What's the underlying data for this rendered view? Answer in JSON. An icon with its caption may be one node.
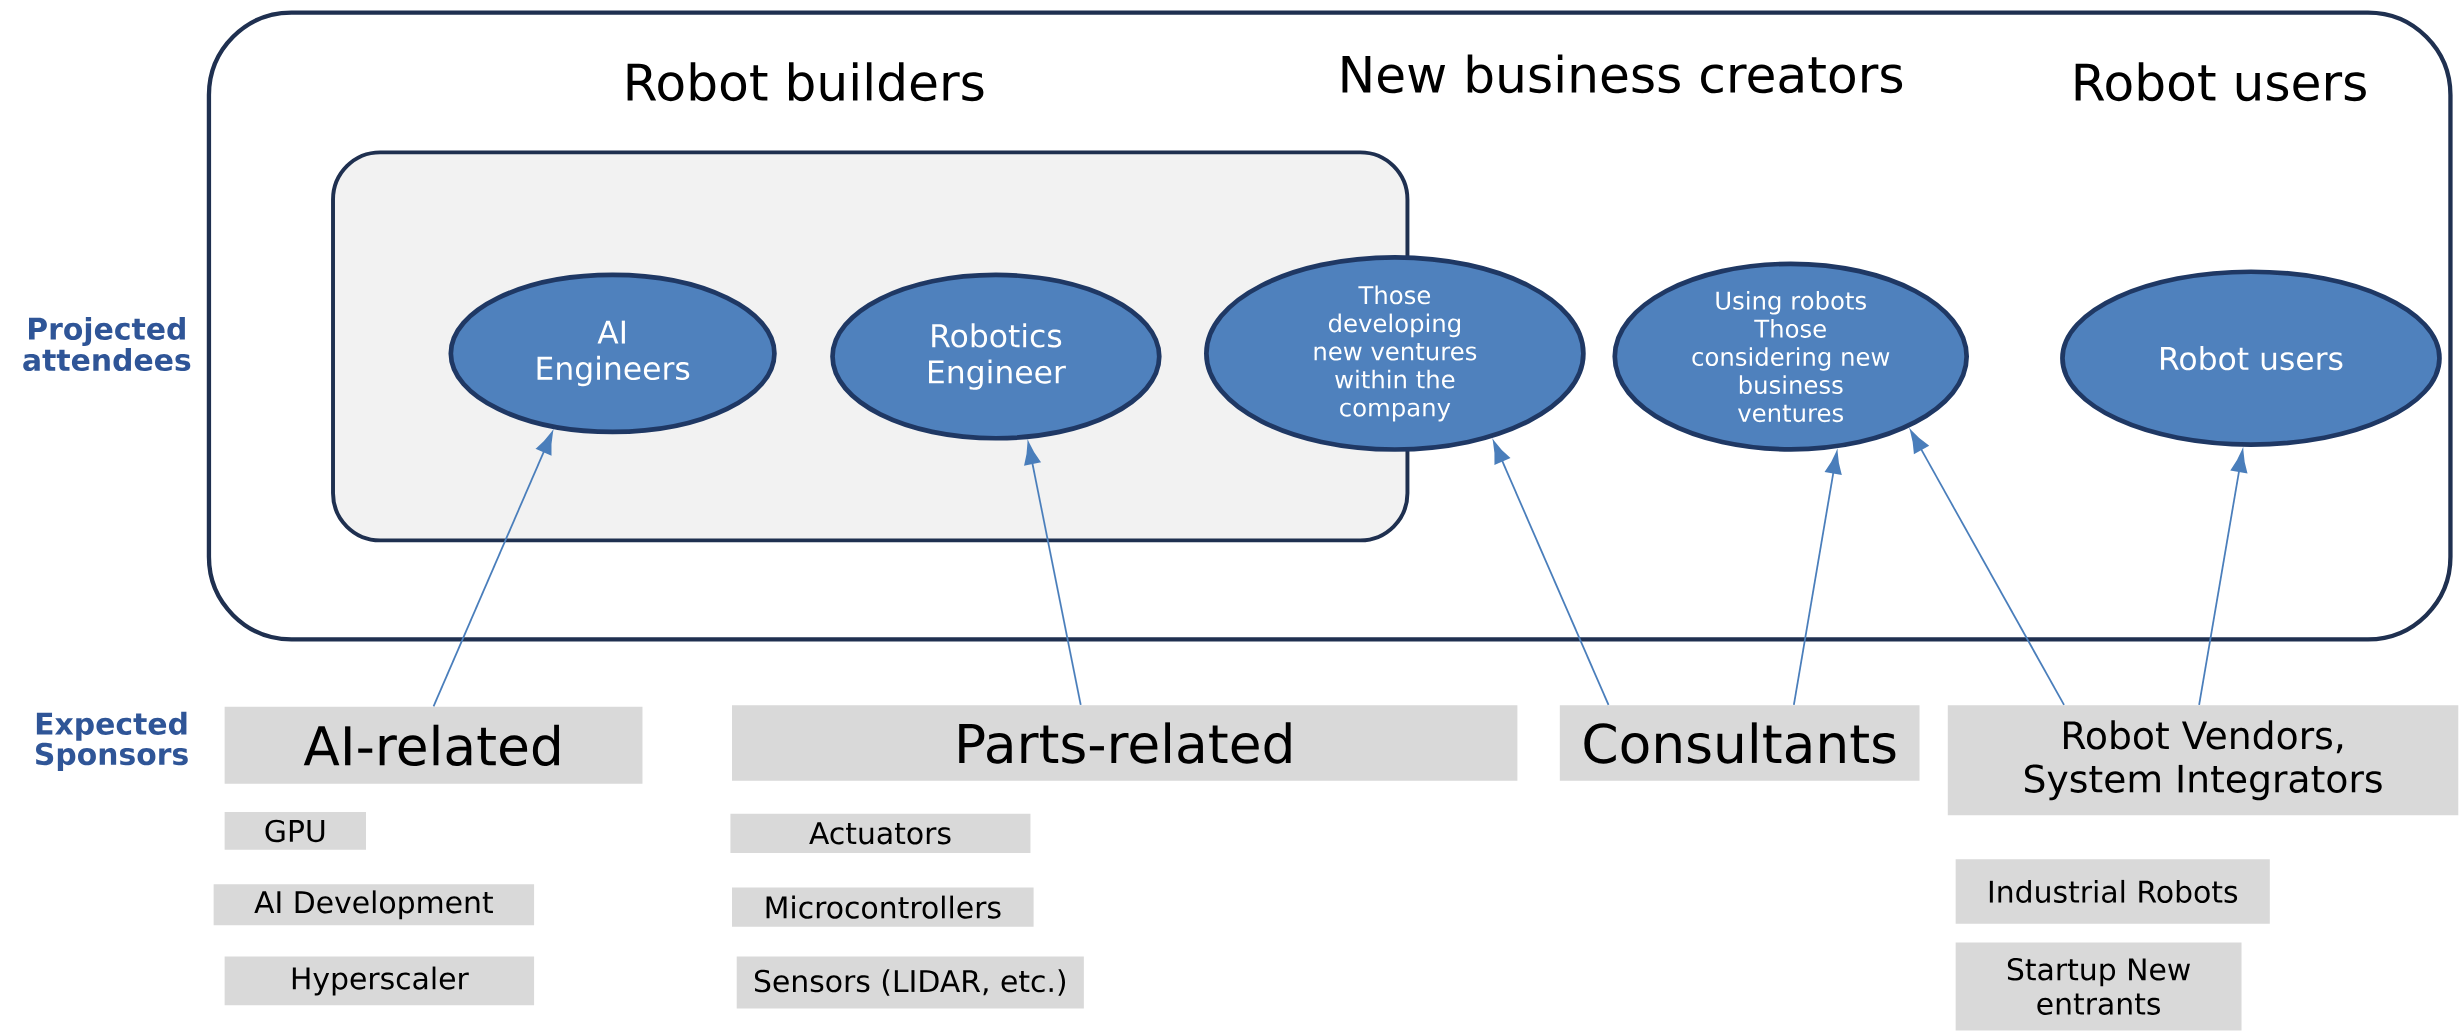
{
  "diagram": {
    "nodes": [
      {
        "text": [
          "New business creators",
          "Robot users"
        ]
      },
      {
        "text": [
          "Robot builders"
        ],
        "in": 0
      },
      {
        "text": [
          "AI Engineers"
        ],
        "in": 1
      },
      {
        "text": [
          "Robotics Engineer"
        ],
        "in": 1
      },
      {
        "text": [
          "Those developing new ventures within the company"
        ],
        "in": 0
      },
      {
        "text": [
          "Using robots Those considering new business ventures"
        ],
        "in": 0
      },
      {
        "text": [
          "Robot users"
        ],
        "in": 0
      },
      {
        "text": [
          "AI-related"
        ]
      },
      {
        "text": [
          "Parts-related"
        ]
      },
      {
        "text": [
          "Consultants"
        ]
      },
      {
        "text": [
          "Robot Vendors, System Integrators"
        ]
      },
      {
        "text": [
          "GPU"
        ]
      },
      {
        "text": [
          "AI Development"
        ]
      },
      {
        "text": [
          "Hyperscaler"
        ]
      },
      {
        "text": [
          "Actuators"
        ]
      },
      {
        "text": [
          "Microcontrollers"
        ]
      },
      {
        "text": [
          "Sensors (LIDAR, etc.)"
        ]
      },
      {
        "text": [
          "Industrial Robots"
        ]
      },
      {
        "text": [
          "Startup New entrants"
        ]
      }
    ],
    "edges": [
      {
        "from": 7,
        "to": 2,
        "arrow": "to"
      },
      {
        "from": 8,
        "to": 3,
        "arrow": "to"
      },
      {
        "from": 9,
        "to": 4,
        "arrow": "to"
      },
      {
        "from": 9,
        "to": 5,
        "arrow": "to"
      },
      {
        "from": 10,
        "to": 5,
        "arrow": "to"
      },
      {
        "from": 10,
        "to": 6,
        "arrow": "to"
      }
    ],
    "labels": [
      "Projected attendees",
      "Expected Sponsors"
    ]
  }
}
